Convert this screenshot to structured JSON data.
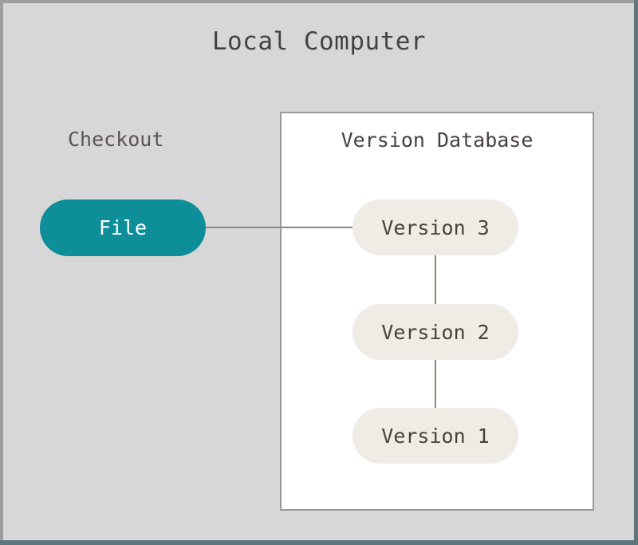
{
  "diagram": {
    "title": "Local Computer",
    "type": "version-control-local-workflow",
    "background_color": "#d7d7d7",
    "frame_border_color": "#9e9e9e",
    "frame_shadow_color": "#5e757c"
  },
  "labels": {
    "checkout": "Checkout",
    "version_database": "Version Database"
  },
  "panels": {
    "version_database": {
      "title": "Version Database",
      "background_color": "#ffffff",
      "border_color": "#999999"
    }
  },
  "nodes": {
    "file": {
      "label": "File",
      "fill_color": "#0d8e99",
      "text_color": "#ffffff",
      "shape": "pill"
    },
    "version_3": {
      "label": "Version 3",
      "fill_color": "#eeece4",
      "text_color": "#46423f",
      "shape": "pill"
    },
    "version_2": {
      "label": "Version 2",
      "fill_color": "#eeece4",
      "text_color": "#46423f",
      "shape": "pill"
    },
    "version_1": {
      "label": "Version 1",
      "fill_color": "#eeece4",
      "text_color": "#46423f",
      "shape": "pill"
    }
  },
  "edges": [
    {
      "from": "file",
      "to": "version_3",
      "orientation": "horizontal",
      "color": "#8a8880"
    },
    {
      "from": "version_3",
      "to": "version_2",
      "orientation": "vertical",
      "color": "#8a8880"
    },
    {
      "from": "version_2",
      "to": "version_1",
      "orientation": "vertical",
      "color": "#8a8880"
    }
  ]
}
